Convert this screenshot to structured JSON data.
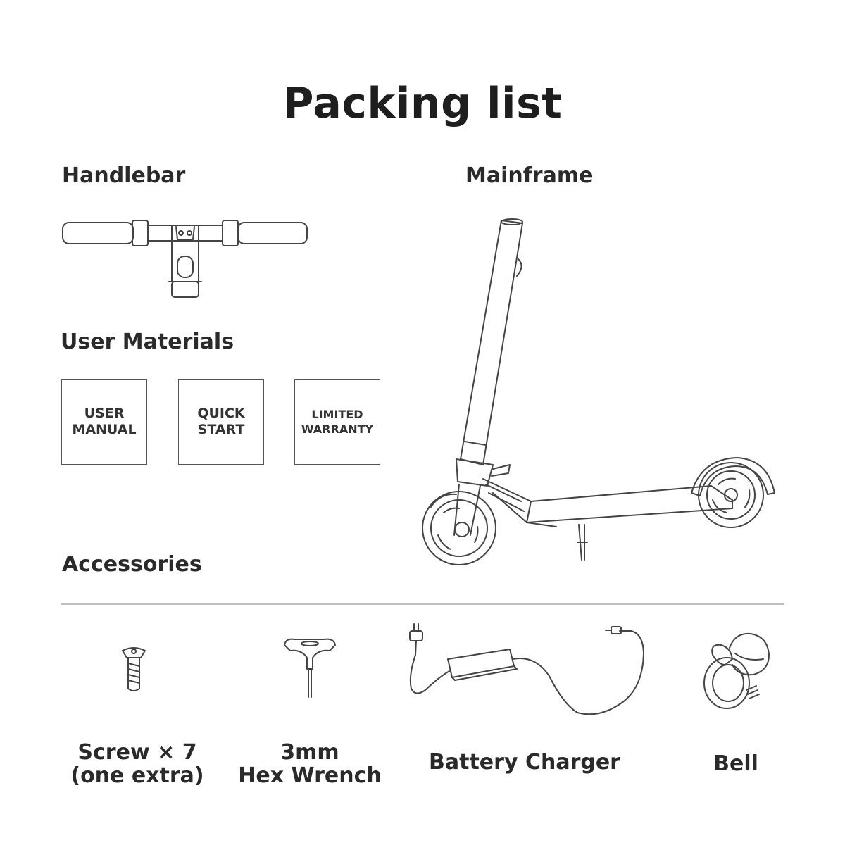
{
  "title": "Packing list",
  "sections": {
    "handlebar": "Handlebar",
    "mainframe": "Mainframe",
    "user_materials": "User Materials",
    "accessories": "Accessories"
  },
  "user_materials": [
    {
      "label": "USER\nMANUAL"
    },
    {
      "label": "QUICK\nSTART"
    },
    {
      "label": "LIMITED\nWARRANTY"
    }
  ],
  "accessories": [
    {
      "label": "Screw × 7\n(one extra)",
      "icon": "screw-icon"
    },
    {
      "label": "3mm\nHex Wrench",
      "icon": "hex-wrench-icon"
    },
    {
      "label": "Battery Charger",
      "icon": "battery-charger-icon"
    },
    {
      "label": "Bell",
      "icon": "bell-icon"
    }
  ],
  "illustrations": [
    "handlebar-icon",
    "scooter-mainframe-icon"
  ]
}
